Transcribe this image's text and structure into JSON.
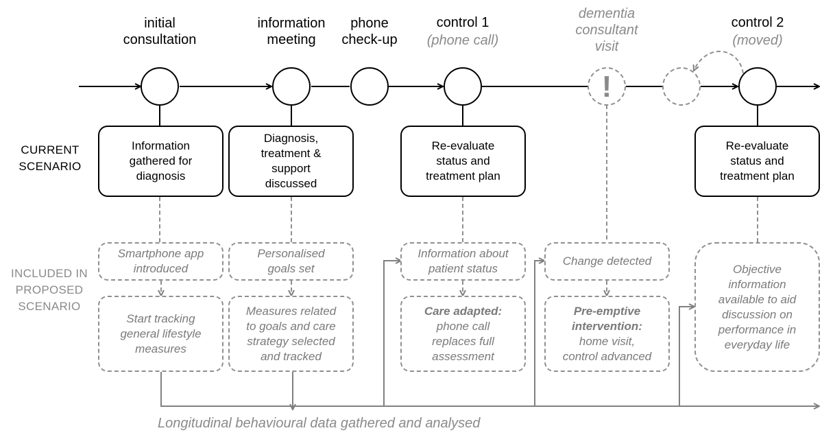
{
  "stages": {
    "initial": {
      "title": "initial\nconsultation"
    },
    "info_meeting": {
      "title": "information\nmeeting"
    },
    "phone": {
      "title": "phone\ncheck-up"
    },
    "control1": {
      "title": "control 1",
      "note": "(phone call)"
    },
    "dementia": {
      "title": "dementia\nconsultant\nvisit"
    },
    "control2": {
      "title": "control 2",
      "note": "(moved)"
    }
  },
  "event_symbol": "!",
  "rows": {
    "current": "CURRENT\nSCENARIO",
    "proposed": "INCLUDED IN\nPROPOSED\nSCENARIO"
  },
  "current_boxes": {
    "b1": "Information\ngathered for\ndiagnosis",
    "b2": "Diagnosis,\ntreatment &\nsupport\ndiscussed",
    "b3": "Re-evaluate\nstatus and\ntreatment plan",
    "b4": "Re-evaluate\nstatus and\ntreatment plan"
  },
  "proposed_boxes": {
    "p1": "Smartphone app\nintroduced",
    "p2": "Start tracking\ngeneral lifestyle\nmeasures",
    "p3": "Personalised\ngoals set",
    "p4": "Measures related\nto goals and care\nstrategy selected\nand tracked",
    "p5": "Information about\npatient status",
    "p6_bold": "Care adapted:",
    "p6": "phone call\nreplaces full\nassessment",
    "p7": "Change detected",
    "p8_bold": "Pre-emptive\nintervention:",
    "p8": "home visit,\ncontrol advanced",
    "p9": "Objective\ninformation\navailable to aid\ndiscussion on\nperformance in\neveryday life"
  },
  "footer": "Longitudinal behavioural data gathered and analysed"
}
